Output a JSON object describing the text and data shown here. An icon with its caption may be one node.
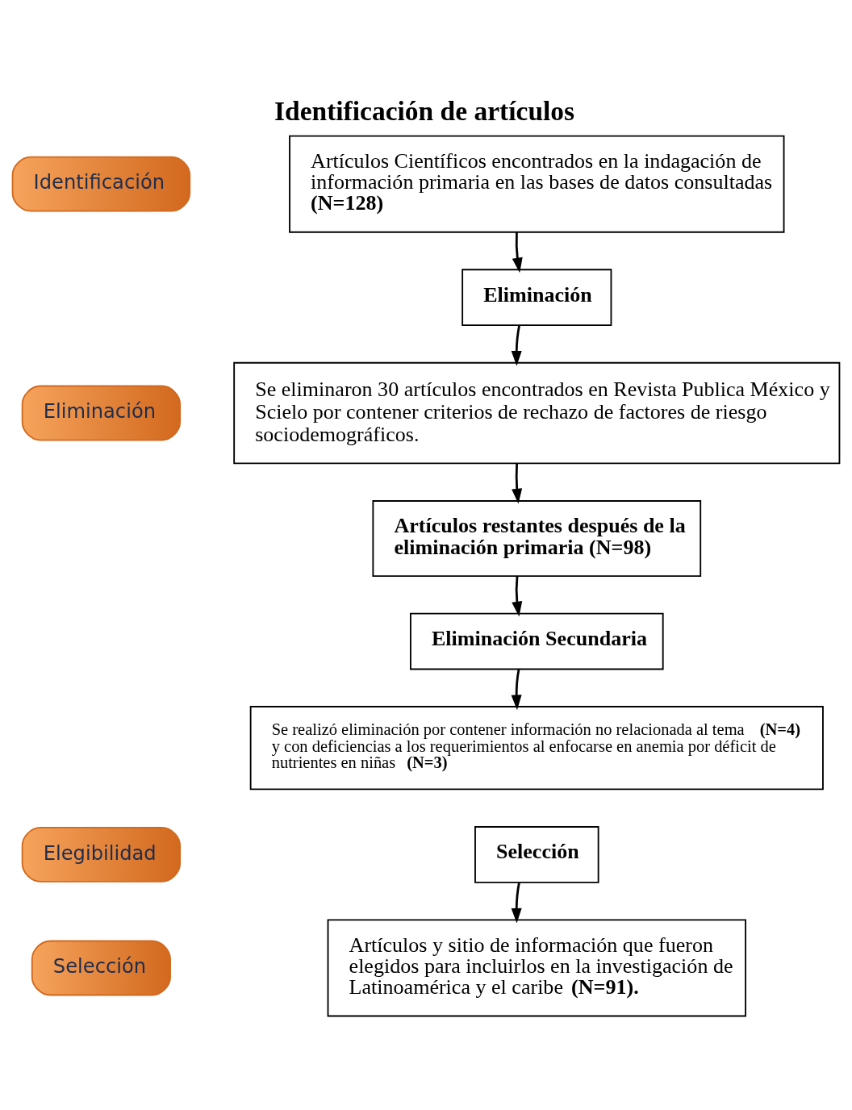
{
  "diagram": {
    "title": "Identificación de artículos",
    "nodes": [
      {
        "text": [
          "Artículos Científicos encontrados en la indagación de información primaria en las bases de datos consultadas **(N=128)**"
        ]
      },
      {
        "text": [
          "Eliminación"
        ]
      },
      {
        "text": [
          "Se eliminaron 30 artículos encontrados en Revista Publica México y Scielo por contener criterios de rechazo de factores de riesgo sociodemográficos."
        ]
      },
      {
        "text": [
          "Artículos restantes después de la eliminación primaria (N=98)"
        ]
      },
      {
        "text": [
          "Eliminación Secundaria"
        ]
      },
      {
        "text": [
          "Se realizó eliminación por contener información no relacionada al tema **(N=4)** y con deficiencias a los requerimientos al enfocarse en anemia por déficit de nutrientes en niñas **(N=3)**"
        ]
      },
      {
        "text": [
          "Selección"
        ]
      },
      {
        "text": [
          "Artículos y sitio de información que fueron elegidos para incluirlos en la investigación de Latinoamérica y el caribe **(N=91).**"
        ]
      },
      {
        "text": [
          "Identificación"
        ]
      },
      {
        "text": [
          "Eliminación"
        ]
      },
      {
        "text": [
          "Elegibilidad"
        ]
      },
      {
        "text": [
          "Selección"
        ]
      }
    ],
    "edges": [
      {
        "from": 0,
        "to": 1,
        "arrow": "to"
      },
      {
        "from": 1,
        "to": 2,
        "arrow": "to"
      },
      {
        "from": 2,
        "to": 3,
        "arrow": "to"
      },
      {
        "from": 3,
        "to": 4,
        "arrow": "to"
      },
      {
        "from": 4,
        "to": 5,
        "arrow": "to"
      },
      {
        "from": 6,
        "to": 7,
        "arrow": "to"
      }
    ]
  }
}
